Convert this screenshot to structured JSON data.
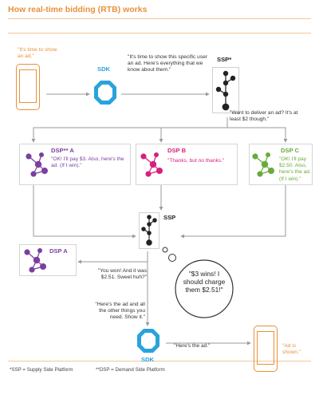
{
  "title": "How real-time bidding (RTB) works",
  "colors": {
    "accent": "#e8913a",
    "sdk_blue": "#29a3dc",
    "dsp_a": "#7b3fa0",
    "dsp_b": "#d6207e",
    "dsp_c": "#6aaa3a",
    "ssp_dark": "#222222"
  },
  "nodes": {
    "phone_top_text": "\"It's time to show an ad.\"",
    "sdk_top_label": "SDK",
    "sdk_top_text": "\"It's time to show this specific user an ad. Here's everything that we know about them.\"",
    "ssp_top_label": "SSP*",
    "ssp_top_text": "\"Want to deliver an ad? It's at least $2 though.\"",
    "dsp_a_label": "DSP** A",
    "dsp_a_text": "\"OK! I'll pay $3. Also, here's the ad. (If I win).\"",
    "dsp_b_label": "DSP B",
    "dsp_b_text": "\"Thanks, but no thanks.\"",
    "dsp_c_label": "DSP C",
    "dsp_c_text": "\"OK! I'll pay $2.50. Also, here's the ad. (If I win).\"",
    "ssp_mid_label": "SSP",
    "dsp_a2_label": "DSP A",
    "win_text": "\"You won! And it was $2.51. Sweet huh?\"",
    "thought_text": "\"$3 wins! I should charge them $2.51!\"",
    "ad_text": "\"Here's the ad and all the other things you need. Show it.\"",
    "sdk_bottom_label": "SDK",
    "sdk_bottom_text": "\"Here's the ad.\"",
    "phone_bottom_text": "\"Ad is shown.\""
  },
  "footnotes": {
    "ssp": "*SSP = Supply Side Platform",
    "dsp": "**DSP = Demand Side Platform"
  }
}
